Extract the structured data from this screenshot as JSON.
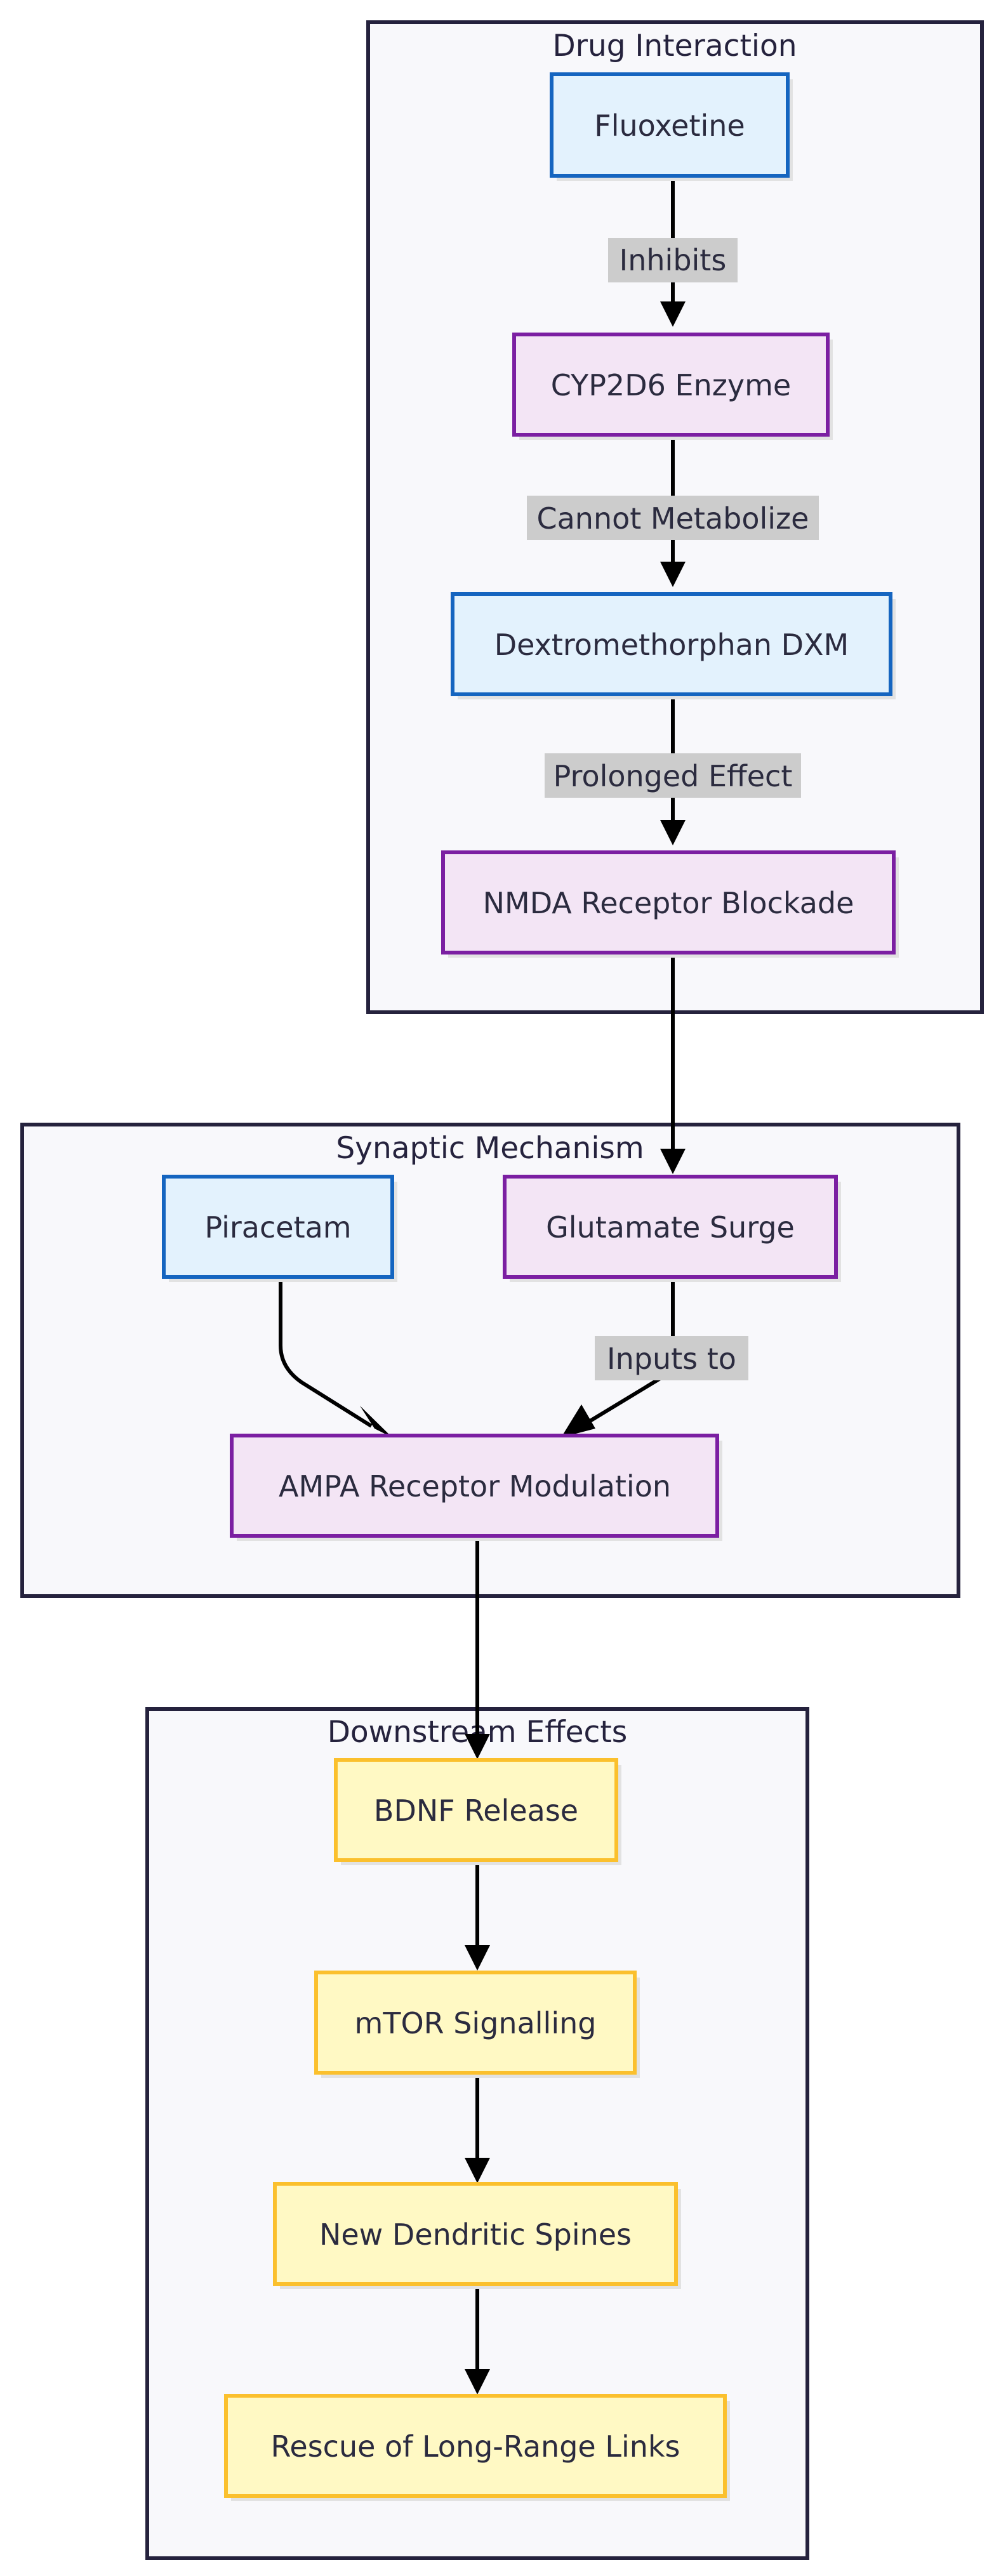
{
  "colors": {
    "drug_fill": "#e3f2fd",
    "drug_stroke": "#1565c0",
    "target_fill": "#f3e5f5",
    "target_stroke": "#7b1fa2",
    "effect_fill": "#fff9c4",
    "effect_stroke": "#fbc02d",
    "cluster_fill": "#f8f8fb",
    "cluster_stroke": "#25223d",
    "edge_label_bg": "#cccccc"
  },
  "clusters": {
    "drug_interaction": {
      "title": "Drug Interaction"
    },
    "synaptic_mechanism": {
      "title": "Synaptic Mechanism"
    },
    "downstream_effects": {
      "title": "Downstream Effects"
    }
  },
  "nodes": {
    "fluoxetine": {
      "label": "Fluoxetine",
      "kind": "drug"
    },
    "cyp2d6": {
      "label": "CYP2D6 Enzyme",
      "kind": "target"
    },
    "dxm": {
      "label": "Dextromethorphan DXM",
      "kind": "drug"
    },
    "nmda": {
      "label": "NMDA Receptor Blockade",
      "kind": "target"
    },
    "piracetam": {
      "label": "Piracetam",
      "kind": "drug"
    },
    "glutamate": {
      "label": "Glutamate Surge",
      "kind": "target"
    },
    "ampa": {
      "label": "AMPA Receptor Modulation",
      "kind": "target"
    },
    "bdnf": {
      "label": "BDNF Release",
      "kind": "effect"
    },
    "mtor": {
      "label": "mTOR Signalling",
      "kind": "effect"
    },
    "spines": {
      "label": "New Dendritic Spines",
      "kind": "effect"
    },
    "rescue": {
      "label": "Rescue of Long-Range Links",
      "kind": "effect"
    }
  },
  "edges": {
    "fluoxetine_cyp2d6": {
      "from": "fluoxetine",
      "to": "cyp2d6",
      "label": "Inhibits"
    },
    "cyp2d6_dxm": {
      "from": "cyp2d6",
      "to": "dxm",
      "label": "Cannot Metabolize"
    },
    "dxm_nmda": {
      "from": "dxm",
      "to": "nmda",
      "label": "Prolonged Effect"
    },
    "nmda_glutamate": {
      "from": "nmda",
      "to": "glutamate",
      "label": ""
    },
    "piracetam_ampa": {
      "from": "piracetam",
      "to": "ampa",
      "label": ""
    },
    "glutamate_ampa": {
      "from": "glutamate",
      "to": "ampa",
      "label": "Inputs to"
    },
    "ampa_bdnf": {
      "from": "ampa",
      "to": "bdnf",
      "label": ""
    },
    "bdnf_mtor": {
      "from": "bdnf",
      "to": "mtor",
      "label": ""
    },
    "mtor_spines": {
      "from": "mtor",
      "to": "spines",
      "label": ""
    },
    "spines_rescue": {
      "from": "spines",
      "to": "rescue",
      "label": ""
    }
  }
}
